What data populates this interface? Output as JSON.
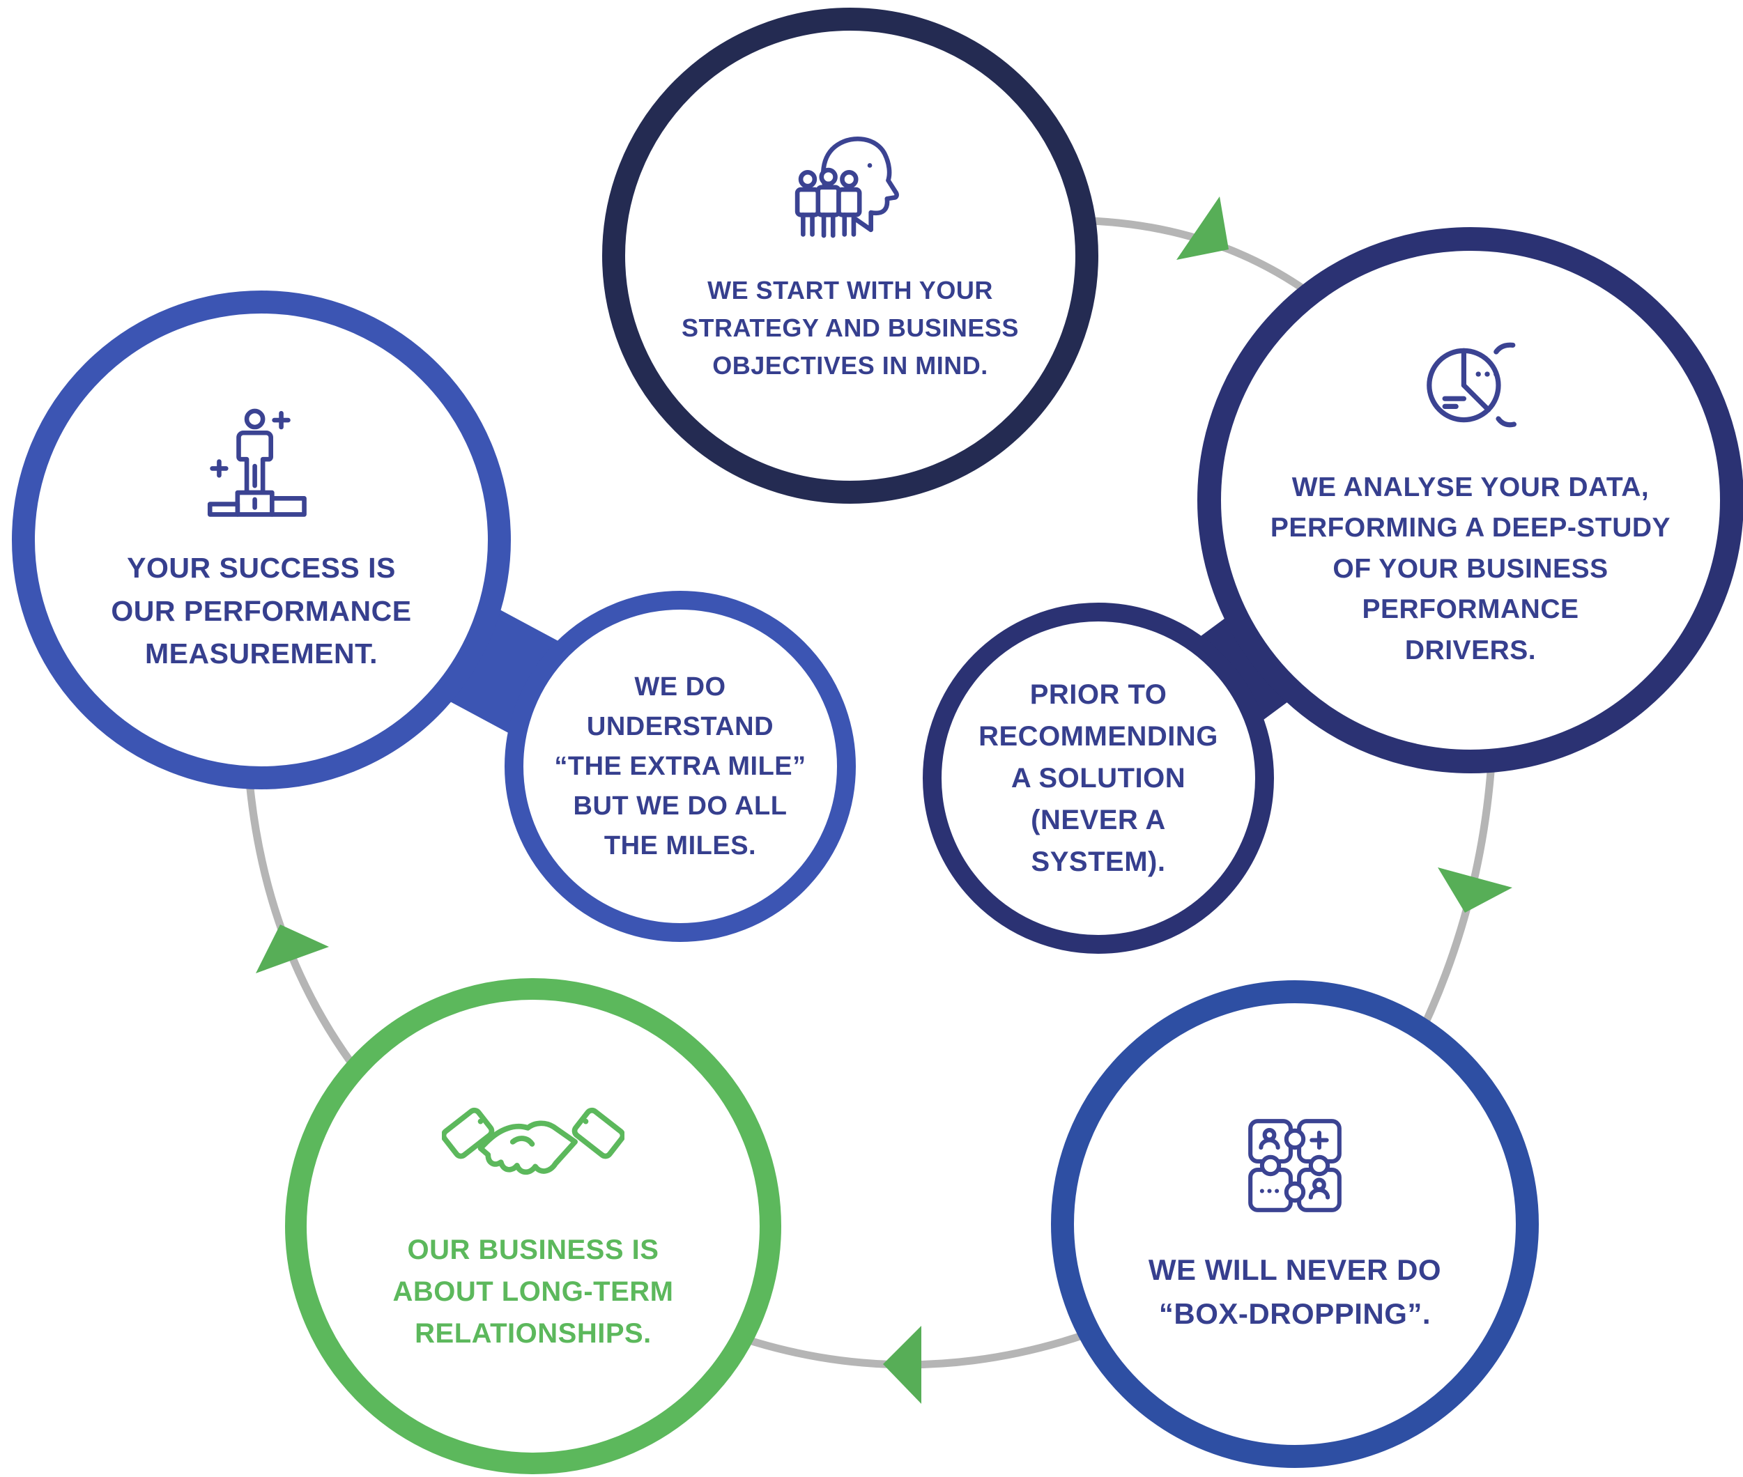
{
  "diagram": {
    "type": "circular-process",
    "direction": "clockwise",
    "nodes": [
      {
        "id": "strategy",
        "text": "WE START WITH YOUR\nSTRATEGY AND BUSINESS\nOBJECTIVES IN MIND.",
        "icon": "team-in-mind-icon",
        "border_color": "#242B52",
        "text_color": "#363F8E"
      },
      {
        "id": "analyse",
        "text": "WE ANALYSE YOUR DATA,\nPERFORMING A DEEP-STUDY\nOF YOUR BUSINESS\nPERFORMANCE\nDRIVERS.",
        "icon": "pie-chart-icon",
        "border_color": "#2B3273",
        "text_color": "#363F8E"
      },
      {
        "id": "prior",
        "text": "PRIOR TO\nRECOMMENDING\nA SOLUTION\n(NEVER A\nSYSTEM).",
        "icon": null,
        "border_color": "#2B3273",
        "text_color": "#363F8E"
      },
      {
        "id": "extra-mile",
        "text": "WE DO\nUNDERSTAND\n“THE EXTRA MILE”\nBUT WE DO ALL\nTHE MILES.",
        "icon": null,
        "border_color": "#3C55B3",
        "text_color": "#363F8E"
      },
      {
        "id": "success",
        "text": "YOUR SUCCESS IS\nOUR PERFORMANCE\nMEASUREMENT.",
        "icon": "winner-podium-icon",
        "border_color": "#3C55B3",
        "text_color": "#363F8E"
      },
      {
        "id": "relationships",
        "text": "OUR BUSINESS IS\nABOUT LONG-TERM\nRELATIONSHIPS.",
        "icon": "handshake-icon",
        "border_color": "#5CB85C",
        "text_color": "#5CB85C"
      },
      {
        "id": "box-dropping",
        "text": "WE WILL NEVER DO\n“BOX-DROPPING”.",
        "icon": "puzzle-team-icon",
        "border_color": "#2E4FA3",
        "text_color": "#363F8E"
      }
    ],
    "connectors": [
      {
        "between": [
          "success",
          "extra-mile"
        ],
        "color": "#3C55B3"
      },
      {
        "between": [
          "analyse",
          "prior"
        ],
        "color": "#2B3273"
      }
    ],
    "flow": {
      "arrow_count": 4,
      "arrow_color": "#57AE57",
      "arc_color": "#B5B5B5",
      "direction": "clockwise"
    },
    "colors": {
      "text_navy": "#363F8E",
      "icon_navy": "#3B4392",
      "green": "#5CB85C",
      "dark_navy": "#242B52",
      "navy": "#2B3273",
      "royal_blue": "#3C55B3",
      "medium_blue": "#2E4FA3"
    }
  }
}
